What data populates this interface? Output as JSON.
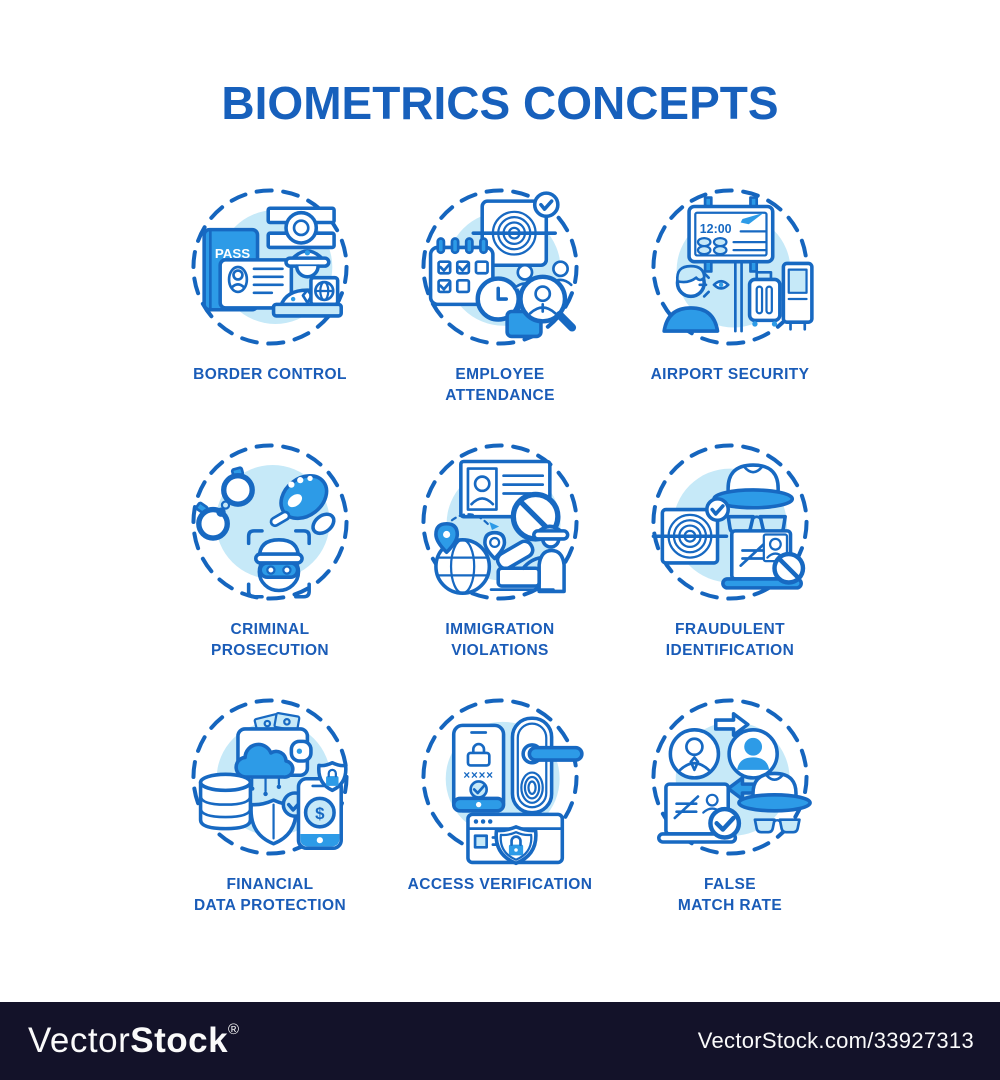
{
  "title": "BIOMETRICS CONCEPTS",
  "colors": {
    "title_blue": "#1760BC",
    "label_blue": "#1A5CB8",
    "line_blue": "#1769C2",
    "dash_ring_blue": "#1565BE",
    "light_fill": "#C6E9F8",
    "bright_fill": "#2D9BE7",
    "watermark_bg": "#131229",
    "watermark_text": "#FAFAFA"
  },
  "concepts": [
    {
      "icon": "border-control-icon",
      "line1": "BORDER CONTROL",
      "line2": ""
    },
    {
      "icon": "employee-attendance-icon",
      "line1": "EMPLOYEE",
      "line2": "ATTENDANCE"
    },
    {
      "icon": "airport-security-icon",
      "line1": "AIRPORT SECURITY",
      "line2": ""
    },
    {
      "icon": "criminal-prosecution-icon",
      "line1": "CRIMINAL",
      "line2": "PROSECUTION"
    },
    {
      "icon": "immigration-violations-icon",
      "line1": "IMMIGRATION",
      "line2": "VIOLATIONS"
    },
    {
      "icon": "fraudulent-identification-icon",
      "line1": "FRAUDULENT",
      "line2": "IDENTIFICATION"
    },
    {
      "icon": "financial-data-protection-icon",
      "line1": "FINANCIAL",
      "line2": "DATA PROTECTION"
    },
    {
      "icon": "access-verification-icon",
      "line1": "ACCESS VERIFICATION",
      "line2": ""
    },
    {
      "icon": "false-match-rate-icon",
      "line1": "FALSE",
      "line2": "MATCH RATE"
    }
  ],
  "icon_texts": {
    "pass": "PASS",
    "time": "12:00",
    "password": "××××",
    "dollar": "$"
  },
  "watermark": {
    "brand_thin": "Vector",
    "brand_bold": "Stock",
    "registered": "®",
    "site_ref": "VectorStock.com/33927313"
  }
}
